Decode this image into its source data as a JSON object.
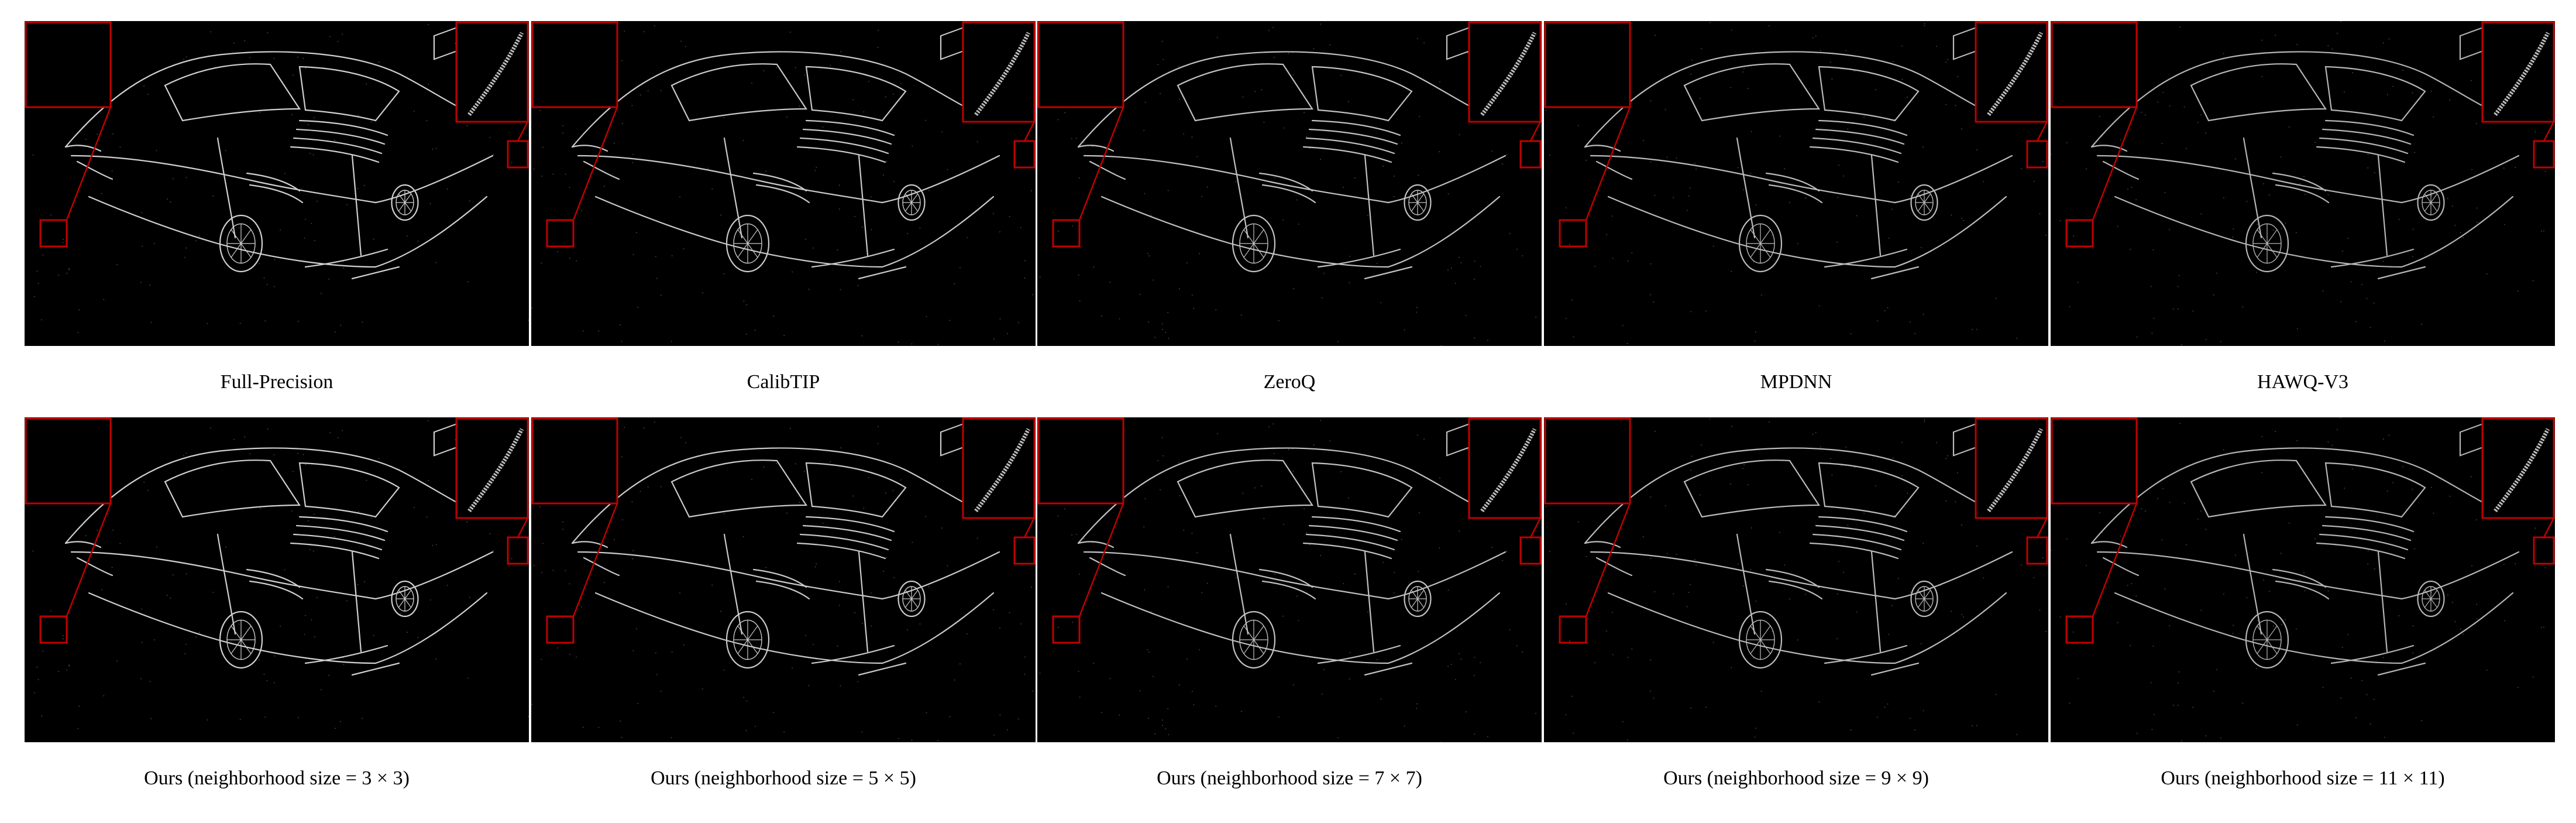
{
  "figure": {
    "panels": [
      {
        "caption": "Full-Precision",
        "variant": 0
      },
      {
        "caption": "CalibTIP",
        "variant": 1
      },
      {
        "caption": "ZeroQ",
        "variant": 2
      },
      {
        "caption": "MPDNN",
        "variant": 3
      },
      {
        "caption": "HAWQ-V3",
        "variant": 4
      },
      {
        "caption": "Ours (neighborhood size = 3 × 3)",
        "variant": 0
      },
      {
        "caption": "Ours (neighborhood size = 5 × 5)",
        "variant": 1
      },
      {
        "caption": "Ours (neighborhood size = 7 × 7)",
        "variant": 2
      },
      {
        "caption": "Ours (neighborhood size = 9 × 9)",
        "variant": 3
      },
      {
        "caption": "Ours (neighborhood size = 11 × 11)",
        "variant": 4
      }
    ],
    "colors": {
      "background": "#000000",
      "edge": "#e8e8e8",
      "highlight": "#c00000",
      "caption": "#000000"
    }
  }
}
